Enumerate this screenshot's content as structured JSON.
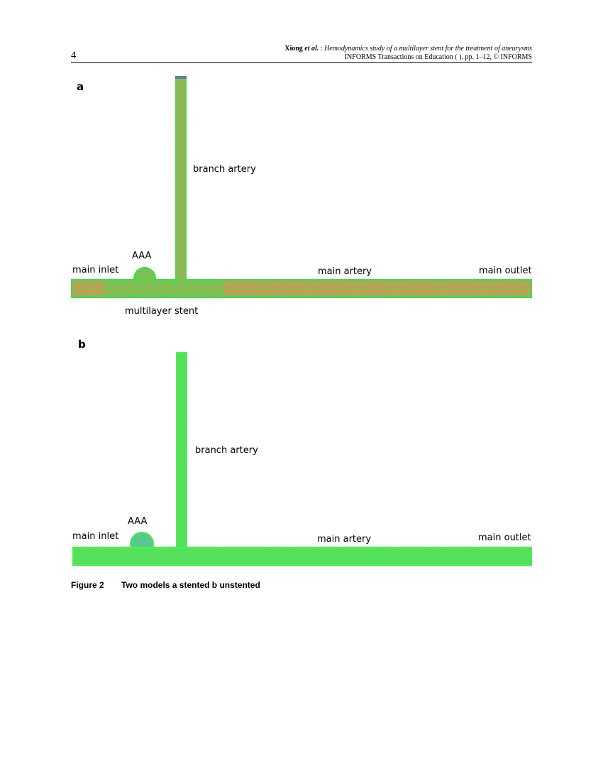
{
  "header": {
    "page_number": "4",
    "authors": "Xiong",
    "et_al": "et al.",
    "colon": ":",
    "article_title": "Hemodynamics study of a multilayer stent for the treatment of aneurysms",
    "journal_line": "INFORMS Transactions on Education ( ), pp. 1–12, © INFORMS"
  },
  "figure": {
    "panel_a": {
      "letter": "a",
      "labels": {
        "branch": "branch artery",
        "aaa": "AAA",
        "inlet": "main inlet",
        "artery": "main artery",
        "outlet": "main outlet",
        "stent": "multilayer stent"
      }
    },
    "panel_b": {
      "letter": "b",
      "labels": {
        "branch": "branch artery",
        "aaa": "AAA",
        "inlet": "main inlet",
        "artery": "main artery",
        "outlet": "main outlet"
      }
    },
    "caption": {
      "label": "Figure 2",
      "text": "Two models a stented b unstented"
    },
    "colors": {
      "mesh_green": "#5ae05a",
      "stent_orange": "#c9a050",
      "bright_green": "#4cf04c"
    }
  }
}
